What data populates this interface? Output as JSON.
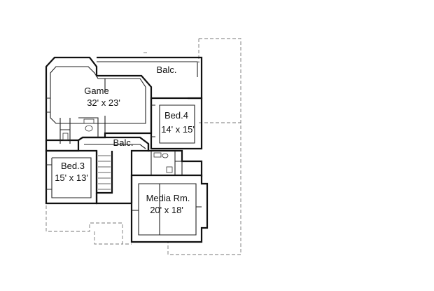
{
  "rooms": {
    "game": {
      "name": "Game",
      "size": "32' x 23'"
    },
    "bed4": {
      "name": "Bed.4",
      "size": "14' x 15'"
    },
    "bed3": {
      "name": "Bed.3",
      "size": "15' x 13'"
    },
    "media": {
      "name": "Media Rm.",
      "size": "20' x 18'"
    },
    "balc_top": {
      "name": "Balc."
    },
    "balc_mid": {
      "name": "Balc."
    }
  }
}
